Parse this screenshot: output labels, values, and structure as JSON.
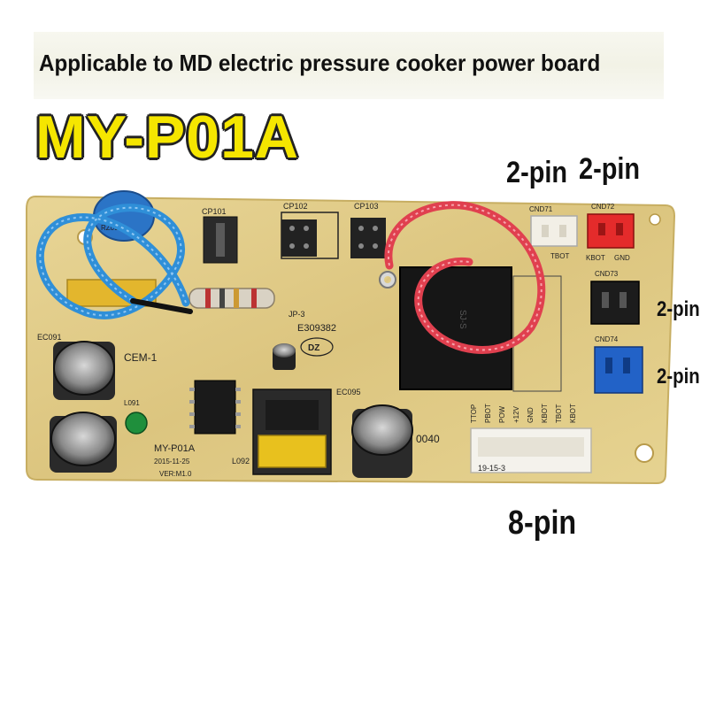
{
  "header": {
    "headline": "Applicable to MD electric pressure cooker power board",
    "model": "MY-P01A"
  },
  "callouts": {
    "cnd71": "2-pin",
    "cnd72": "2-pin",
    "cnd73": "2-pin",
    "cnd74": "2-pin",
    "main_connector": "8-pin"
  },
  "board": {
    "silkscreen": {
      "cp101": "CP101",
      "cp102": "CP102",
      "cp103": "CP103",
      "cnd71": "CND71",
      "cnd72": "CND72",
      "cnd73": "CND73",
      "cnd74": "CND74",
      "rz091": "RZ091",
      "cem": "CEM-1",
      "model": "MY-P01A",
      "date": "2015-11-25",
      "ver": "VER:M1.0",
      "jp": "JP-3",
      "cert": "E309382",
      "logo": "DZ",
      "ec091": "EC091",
      "ec095": "EC095",
      "l091": "L091",
      "l092": "L092",
      "code": "0040",
      "batch": "19-15-3",
      "tbot": "TBOT",
      "kbot": "KBOT",
      "gnd": "GND",
      "pins": [
        "TTOP",
        "PBOT",
        "POW",
        "+12V",
        "GND",
        "KBOT",
        "TBOT",
        "KBOT"
      ]
    }
  },
  "colors": {
    "pcb": "#e2cd8a",
    "title_yellow": "#f5e600",
    "blue_wire": "#2f8fd8",
    "red_wire": "#e0404f"
  }
}
